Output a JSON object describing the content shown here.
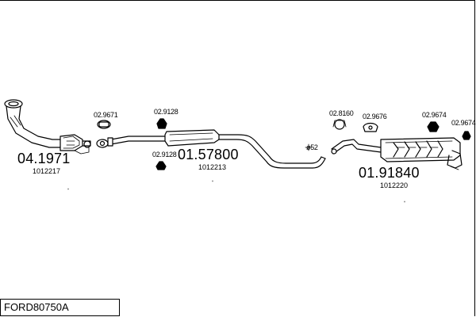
{
  "parts": {
    "catalyst": {
      "ref": "04.1971",
      "sub": "1012217"
    },
    "front_pipe": {
      "ref": "01.57800",
      "sub": "1012213"
    },
    "rear_silencer": {
      "ref": "01.91840",
      "sub": "1012220"
    }
  },
  "accessories": {
    "a1": "02.9671",
    "a2": "02.9128",
    "a3": "02.9128",
    "a4": "02.8160",
    "a5": "02.9676",
    "a6": "02.9674",
    "a7": "02.9674"
  },
  "diameter_label": "ø52",
  "model_code": "FORD80750A",
  "icons": [
    "exhaust-part-drawing",
    "clamp-icon",
    "rubber-mount-icon",
    "gasket-icon"
  ]
}
